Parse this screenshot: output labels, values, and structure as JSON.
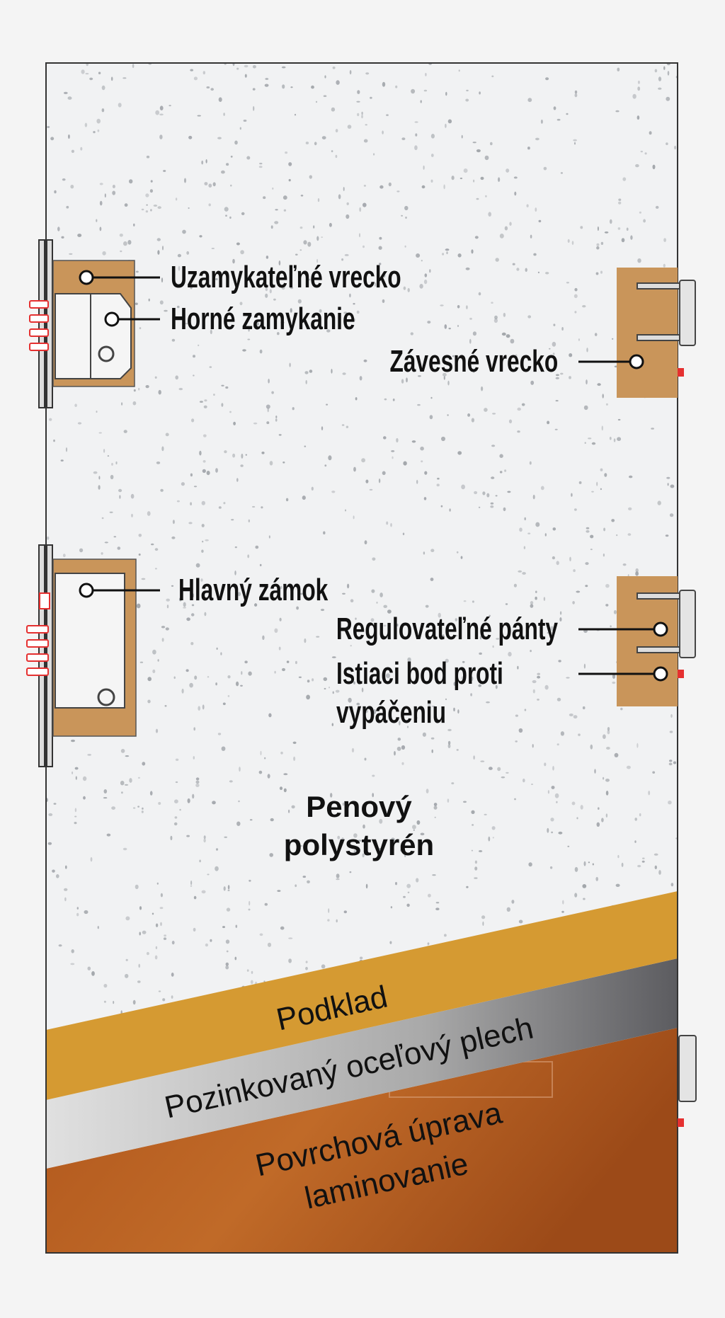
{
  "labels": {
    "lockable_pocket": "Uzamykateľné vrecko",
    "top_locking": "Horné zamykanie",
    "hinge_pocket": "Závesné vrecko",
    "main_lock": "Hlavný zámok",
    "adjustable_hinges": "Regulovateľné pánty",
    "anti_pry_1": "Istiaci bod proti",
    "anti_pry_2": "vypáčeniu",
    "foam_1": "Penový",
    "foam_2": "polystyrén",
    "primer": "Podklad",
    "steel": "Pozinkovaný oceľový plech",
    "finish_1": "Povrchová úprava",
    "finish_2": "laminovanie"
  },
  "colors": {
    "wood_pocket": "#c9955a",
    "primer": "#d59a32",
    "laminate": "#a8521e",
    "steel": "#9a9a9a",
    "pin_red": "#e53030"
  }
}
